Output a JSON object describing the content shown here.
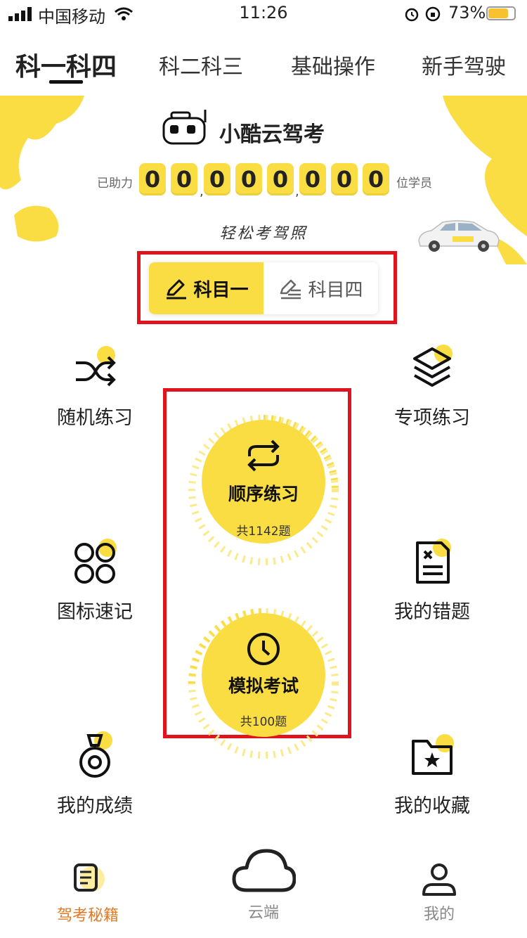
{
  "status_bar": {
    "carrier": "中国移动",
    "time": "11:26",
    "battery": "73%"
  },
  "top_tabs": [
    {
      "label": "科一科四",
      "active": true
    },
    {
      "label": "科二科三",
      "active": false
    },
    {
      "label": "基础操作",
      "active": false
    },
    {
      "label": "新手驾驶",
      "active": false
    }
  ],
  "banner": {
    "brand": "小酷云驾考",
    "counter_prefix": "已助力",
    "digits": [
      "0",
      "0",
      "0",
      "0",
      "0",
      "0",
      "0",
      "0"
    ],
    "counter_suffix": "位学员",
    "slogan": "轻松考驾照"
  },
  "subject_switch": {
    "subject1": "科目一",
    "subject4": "科目四"
  },
  "grid": {
    "random": "随机练习",
    "special": "专项练习",
    "icons_memo": "图标速记",
    "mistakes": "我的错题",
    "scores": "我的成绩",
    "favorites": "我的收藏"
  },
  "sequential": {
    "title": "顺序练习",
    "count": "共1142题"
  },
  "mock_exam": {
    "title": "模拟考试",
    "count": "共100题"
  },
  "bottom_nav": {
    "tips": "驾考秘籍",
    "cloud": "云端",
    "mine": "我的"
  },
  "colors": {
    "accent": "#f9dd43",
    "highlight_box": "#e0141d",
    "nav_active": "#e07a28",
    "nav_inactive": "#888888"
  }
}
